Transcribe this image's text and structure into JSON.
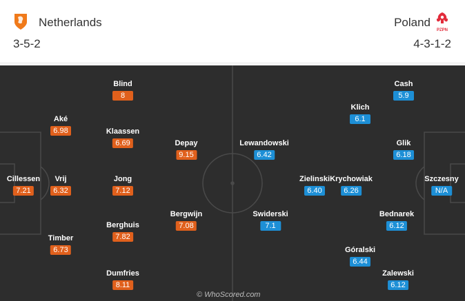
{
  "home": {
    "name": "Netherlands",
    "formation": "3-5-2",
    "crest_icon": "orange-lion-crest-icon",
    "color": "#e0601c",
    "players": [
      {
        "name": "Blind",
        "rating": "8"
      },
      {
        "name": "Aké",
        "rating": "6.98"
      },
      {
        "name": "Klaassen",
        "rating": "6.69"
      },
      {
        "name": "Depay",
        "rating": "9.15"
      },
      {
        "name": "Cillessen",
        "rating": "7.21"
      },
      {
        "name": "Vrij",
        "rating": "6.32"
      },
      {
        "name": "Jong",
        "rating": "7.12"
      },
      {
        "name": "Bergwijn",
        "rating": "7.08"
      },
      {
        "name": "Berghuis",
        "rating": "7.82"
      },
      {
        "name": "Timber",
        "rating": "6.73"
      },
      {
        "name": "Dumfries",
        "rating": "8.11"
      }
    ]
  },
  "away": {
    "name": "Poland",
    "formation": "4-3-1-2",
    "crest_icon": "pzpn-eagle-crest-icon",
    "crest_text": "PZPN",
    "color": "#1d8fd6",
    "players": [
      {
        "name": "Cash",
        "rating": "5.9"
      },
      {
        "name": "Klich",
        "rating": "6.1"
      },
      {
        "name": "Glik",
        "rating": "6.18"
      },
      {
        "name": "Lewandowski",
        "rating": "6.42"
      },
      {
        "name": "Zielinski",
        "rating": "6.40"
      },
      {
        "name": "Krychowiak",
        "rating": "6.26"
      },
      {
        "name": "Szczesny",
        "rating": "N/A"
      },
      {
        "name": "Swiderski",
        "rating": "7.1"
      },
      {
        "name": "Bednarek",
        "rating": "6.12"
      },
      {
        "name": "Góralski",
        "rating": "6.44"
      },
      {
        "name": "Zalewski",
        "rating": "6.12"
      }
    ]
  },
  "watermark": "© WhoScored.com"
}
